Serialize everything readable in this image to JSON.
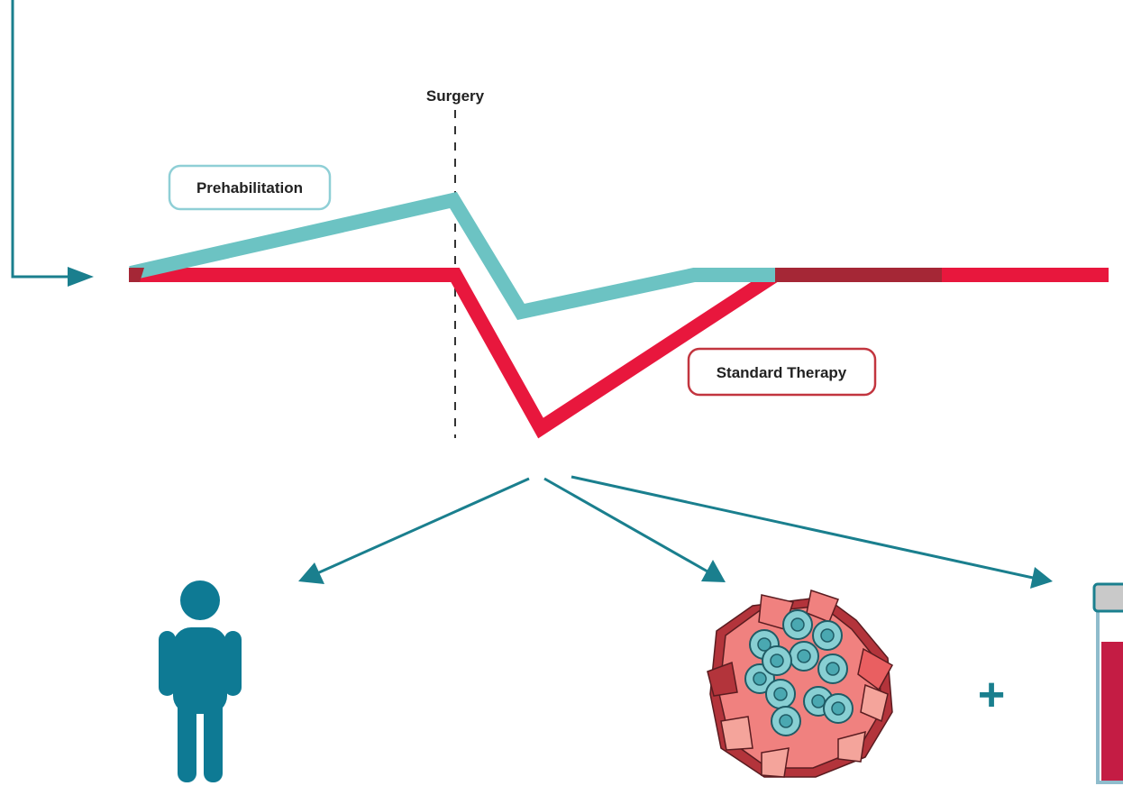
{
  "labels": {
    "surgery": "Surgery",
    "prehab": "Prehabilitation",
    "standard": "Standard Therapy",
    "plus": "+"
  },
  "icons": {
    "person": "person-icon",
    "tumor": "tumor-cells-icon",
    "tube": "blood-tube-icon"
  },
  "colors": {
    "teal_line": "#6cc3c3",
    "red_line": "#e8173d",
    "overlap_dark": "#a52736",
    "arrow": "#1a7f8e",
    "person": "#0e7a94",
    "prehab_border": "#8fcfd6",
    "standard_border": "#c2353f",
    "tube_fill": "#c41c44",
    "tube_cap": "#c9c9c9",
    "tube_glass": "#8fbccc",
    "tumor_light": "#f0817f",
    "tumor_dark": "#b3343b",
    "cell_fill": "#88cfd3",
    "cell_edge": "#1f5c66"
  }
}
